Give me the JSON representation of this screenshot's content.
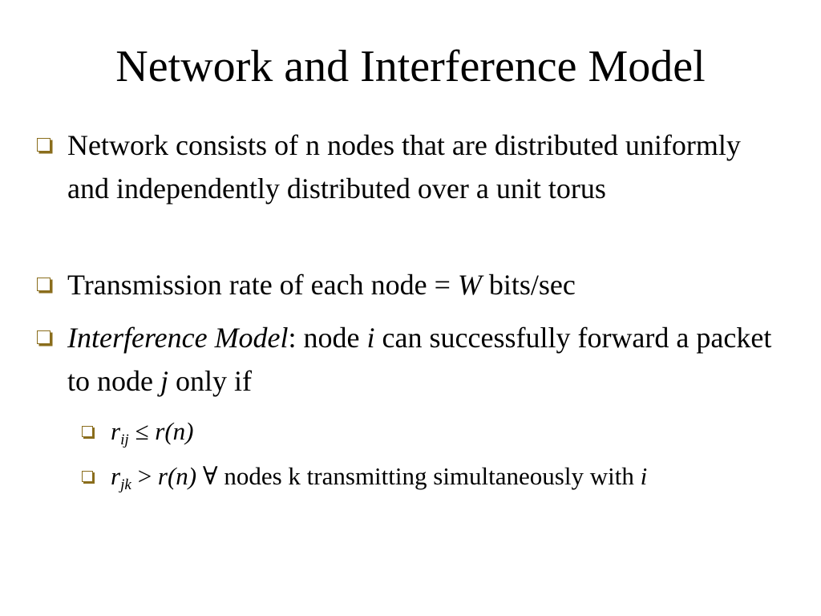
{
  "slide": {
    "title": "Network and Interference Model",
    "bullets": [
      {
        "text": "Network consists of n nodes that are distributed uniformly and independently distributed over a unit torus"
      },
      {
        "text_before": "Transmission rate of each node = ",
        "symbol": "W",
        "text_after": " bits/sec"
      },
      {
        "term": "Interference Model",
        "colon": ": node ",
        "node_i": "i",
        "middle": " can successfully forward a packet to node ",
        "node_j": "j",
        "tail": " only if"
      }
    ],
    "sub_bullets": [
      {
        "var": "r",
        "subscript": "ij",
        "relation": " ≤ ",
        "rhs": "r(n)"
      },
      {
        "var": "r",
        "subscript": "jk",
        "relation": " > ",
        "rhs": "r(n)",
        "quantifier": " ∀ ",
        "text": "nodes k transmitting simultaneously with ",
        "node": "i"
      }
    ]
  },
  "colors": {
    "bullet_box": "#8a6d1c",
    "text": "#000000",
    "background": "#ffffff"
  },
  "icons": {
    "bullet": "square-bullet-icon"
  }
}
